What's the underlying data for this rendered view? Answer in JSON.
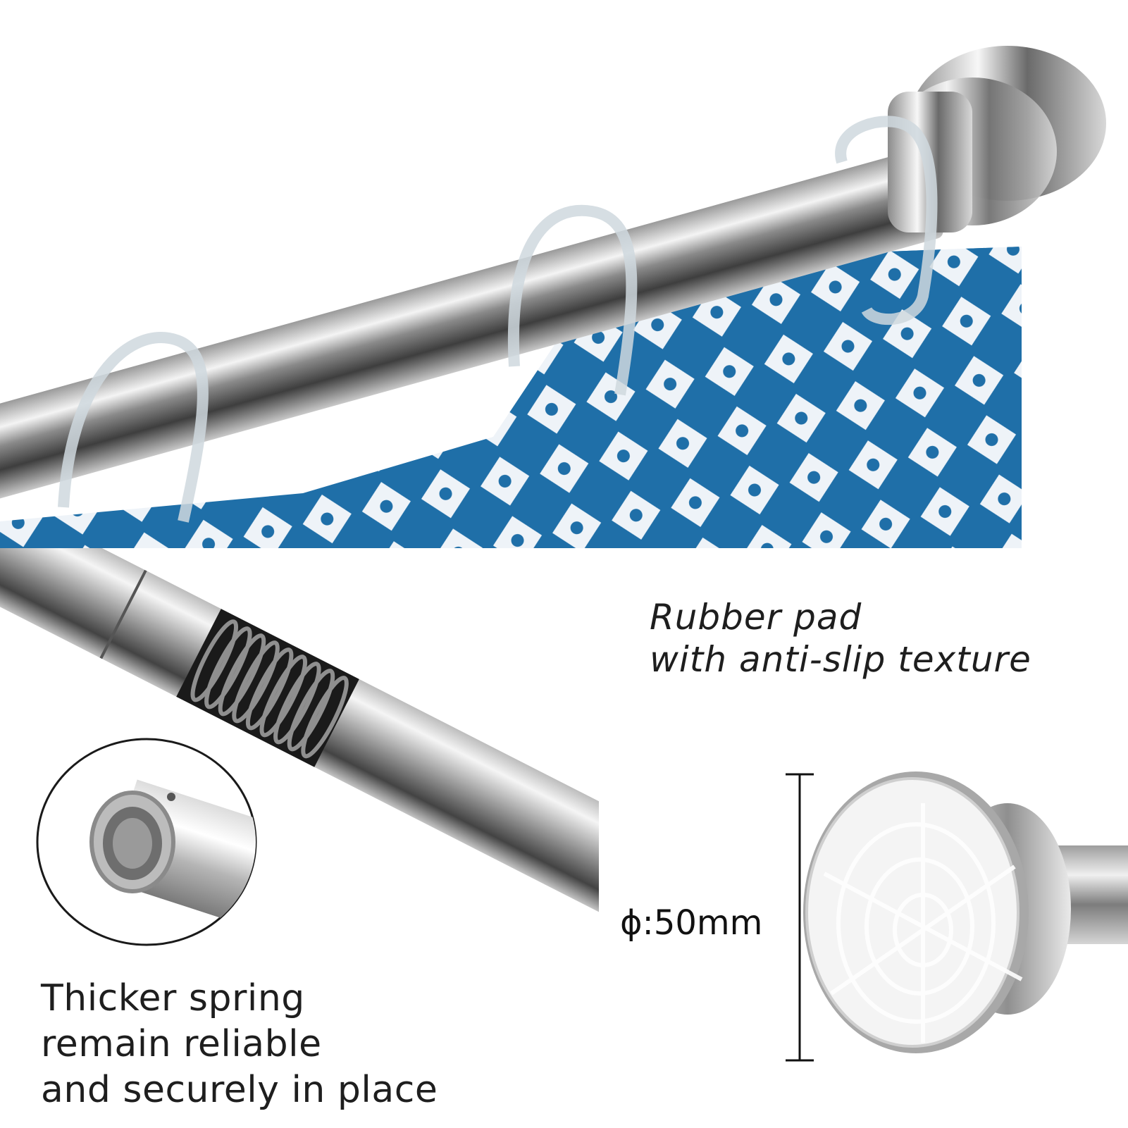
{
  "captions": {
    "rubber_pad": [
      "Rubber pad",
      "with anti-slip texture"
    ],
    "spring": [
      "Thicker spring",
      "remain reliable",
      "and securely in place"
    ]
  },
  "dimension": {
    "symbol": "ϕ",
    "value": ":50mm"
  },
  "icons": {
    "curtain_rod": "chrome-rod-icon",
    "curtain_ring": "curtain-ring-icon",
    "spring": "spring-icon",
    "rod_end": "threaded-rod-end-icon",
    "rubber_pad": "rubber-pad-icon"
  },
  "colors": {
    "curtain_blue": "#1f6fa8",
    "curtain_light": "#eef3f8",
    "chrome_dark": "#5b5b5b",
    "chrome_light": "#f2f2f2",
    "text": "#1e1e1e"
  }
}
